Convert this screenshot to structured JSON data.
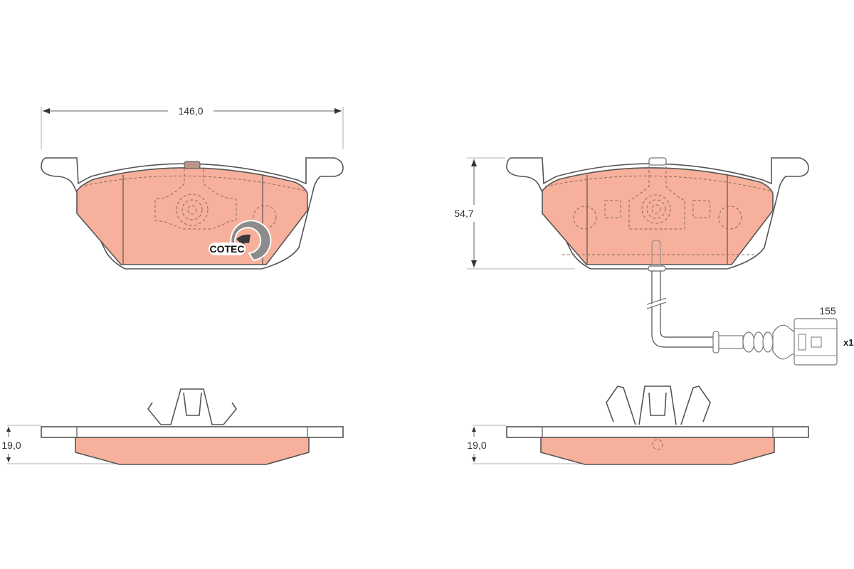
{
  "diagram": {
    "type": "technical-drawing",
    "subject": "brake pad set",
    "colors": {
      "friction_material": "#f6b09b",
      "outline": "#555555",
      "background": "#ffffff"
    },
    "dimensions": {
      "width": "146,0",
      "height": "54,7",
      "thickness_left": "19,0",
      "thickness_right": "19,0",
      "wear_sensor_length": "155"
    },
    "labels": {
      "sensor_quantity": "x1",
      "brand_logo": "COTEC"
    },
    "views": [
      {
        "name": "left-pad-front-view",
        "has_logo": true
      },
      {
        "name": "right-pad-front-view",
        "has_wear_sensor": true
      },
      {
        "name": "left-pad-side-view"
      },
      {
        "name": "right-pad-side-view"
      }
    ]
  }
}
